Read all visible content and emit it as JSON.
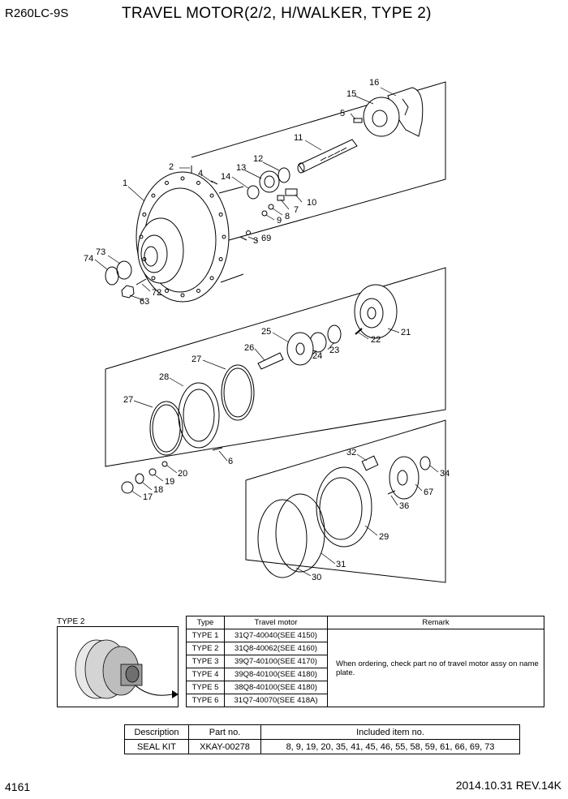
{
  "header": {
    "model": "R260LC-9S",
    "title": "TRAVEL MOTOR(2/2, H/WALKER, TYPE 2)"
  },
  "callouts": {
    "n1": "1",
    "n2": "2",
    "n3": "3",
    "n4": "4",
    "n5": "5",
    "n6": "6",
    "n7": "7",
    "n8": "8",
    "n9": "9",
    "n10": "10",
    "n11": "11",
    "n12": "12",
    "n13": "13",
    "n14": "14",
    "n15": "15",
    "n16": "16",
    "n17": "17",
    "n18": "18",
    "n19": "19",
    "n20": "20",
    "n21": "21",
    "n22": "22",
    "n23": "23",
    "n24": "24",
    "n25": "25",
    "n26": "26",
    "n27a": "27",
    "n27b": "27",
    "n28": "28",
    "n29": "29",
    "n30": "30",
    "n31": "31",
    "n32": "32",
    "n34": "34",
    "n36": "36",
    "n63": "63",
    "n67": "67",
    "n69": "69",
    "n72": "72",
    "n73": "73",
    "n74": "74"
  },
  "thumbnail": {
    "label": "TYPE 2"
  },
  "type_table": {
    "headers": [
      "Type",
      "Travel motor",
      "Remark"
    ],
    "rows": [
      [
        "TYPE 1",
        "31Q7-40040(SEE 4150)"
      ],
      [
        "TYPE 2",
        "31Q8-40062(SEE 4160)"
      ],
      [
        "TYPE 3",
        "39Q7-40100(SEE 4170)"
      ],
      [
        "TYPE 4",
        "39Q8-40100(SEE 4180)"
      ],
      [
        "TYPE 5",
        "38Q8-40100(SEE 4180)"
      ],
      [
        "TYPE 6",
        "31Q7-40070(SEE 418A)"
      ]
    ],
    "remark": "When ordering, check part no of travel motor assy on name plate."
  },
  "kit_table": {
    "headers": [
      "Description",
      "Part no.",
      "Included item no."
    ],
    "row": [
      "SEAL KIT",
      "XKAY-00278",
      "8, 9, 19, 20, 35, 41, 45, 46, 55, 58, 59, 61, 66, 69, 73"
    ]
  },
  "footer": {
    "page": "4161",
    "date_rev": "2014.10.31  REV.14K"
  }
}
